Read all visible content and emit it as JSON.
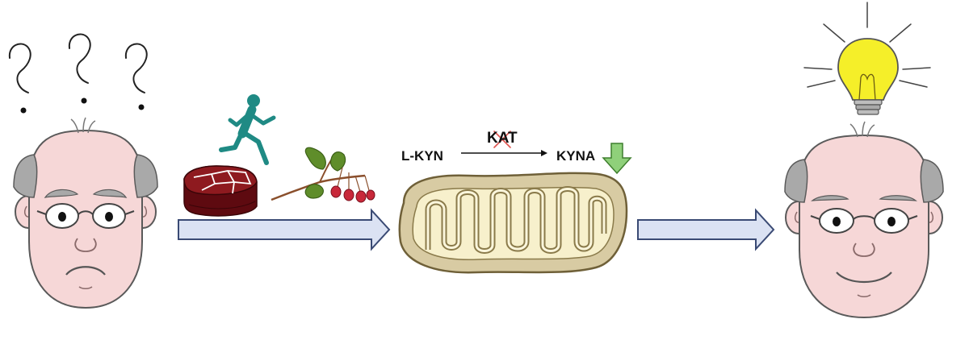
{
  "pathway": {
    "substrate": "L-KYN",
    "enzyme": "KAT",
    "product": "KYNA"
  },
  "colors": {
    "skin": "#f6d7d7",
    "outline": "#5a5a5a",
    "hair": "#a9a9a9",
    "arrow_fill": "#dbe2f3",
    "arrow_stroke": "#3a4a74",
    "mito_outer": "#d8cba3",
    "mito_inner": "#fbf6dc",
    "runner": "#1f8a84",
    "meat": "#7a1218",
    "leaf": "#5f8d2a",
    "berry": "#c8283a",
    "bulb": "#f5ef29",
    "down_arrow": "#8fd07a",
    "strike": "#e0544f"
  },
  "icons": [
    "confused-elderly-face-icon",
    "question-mark-icon",
    "runner-icon",
    "meat-icon",
    "berry-branch-icon",
    "mitochondrion-icon",
    "down-arrow-icon",
    "lightbulb-icon",
    "happy-elderly-face-icon"
  ]
}
